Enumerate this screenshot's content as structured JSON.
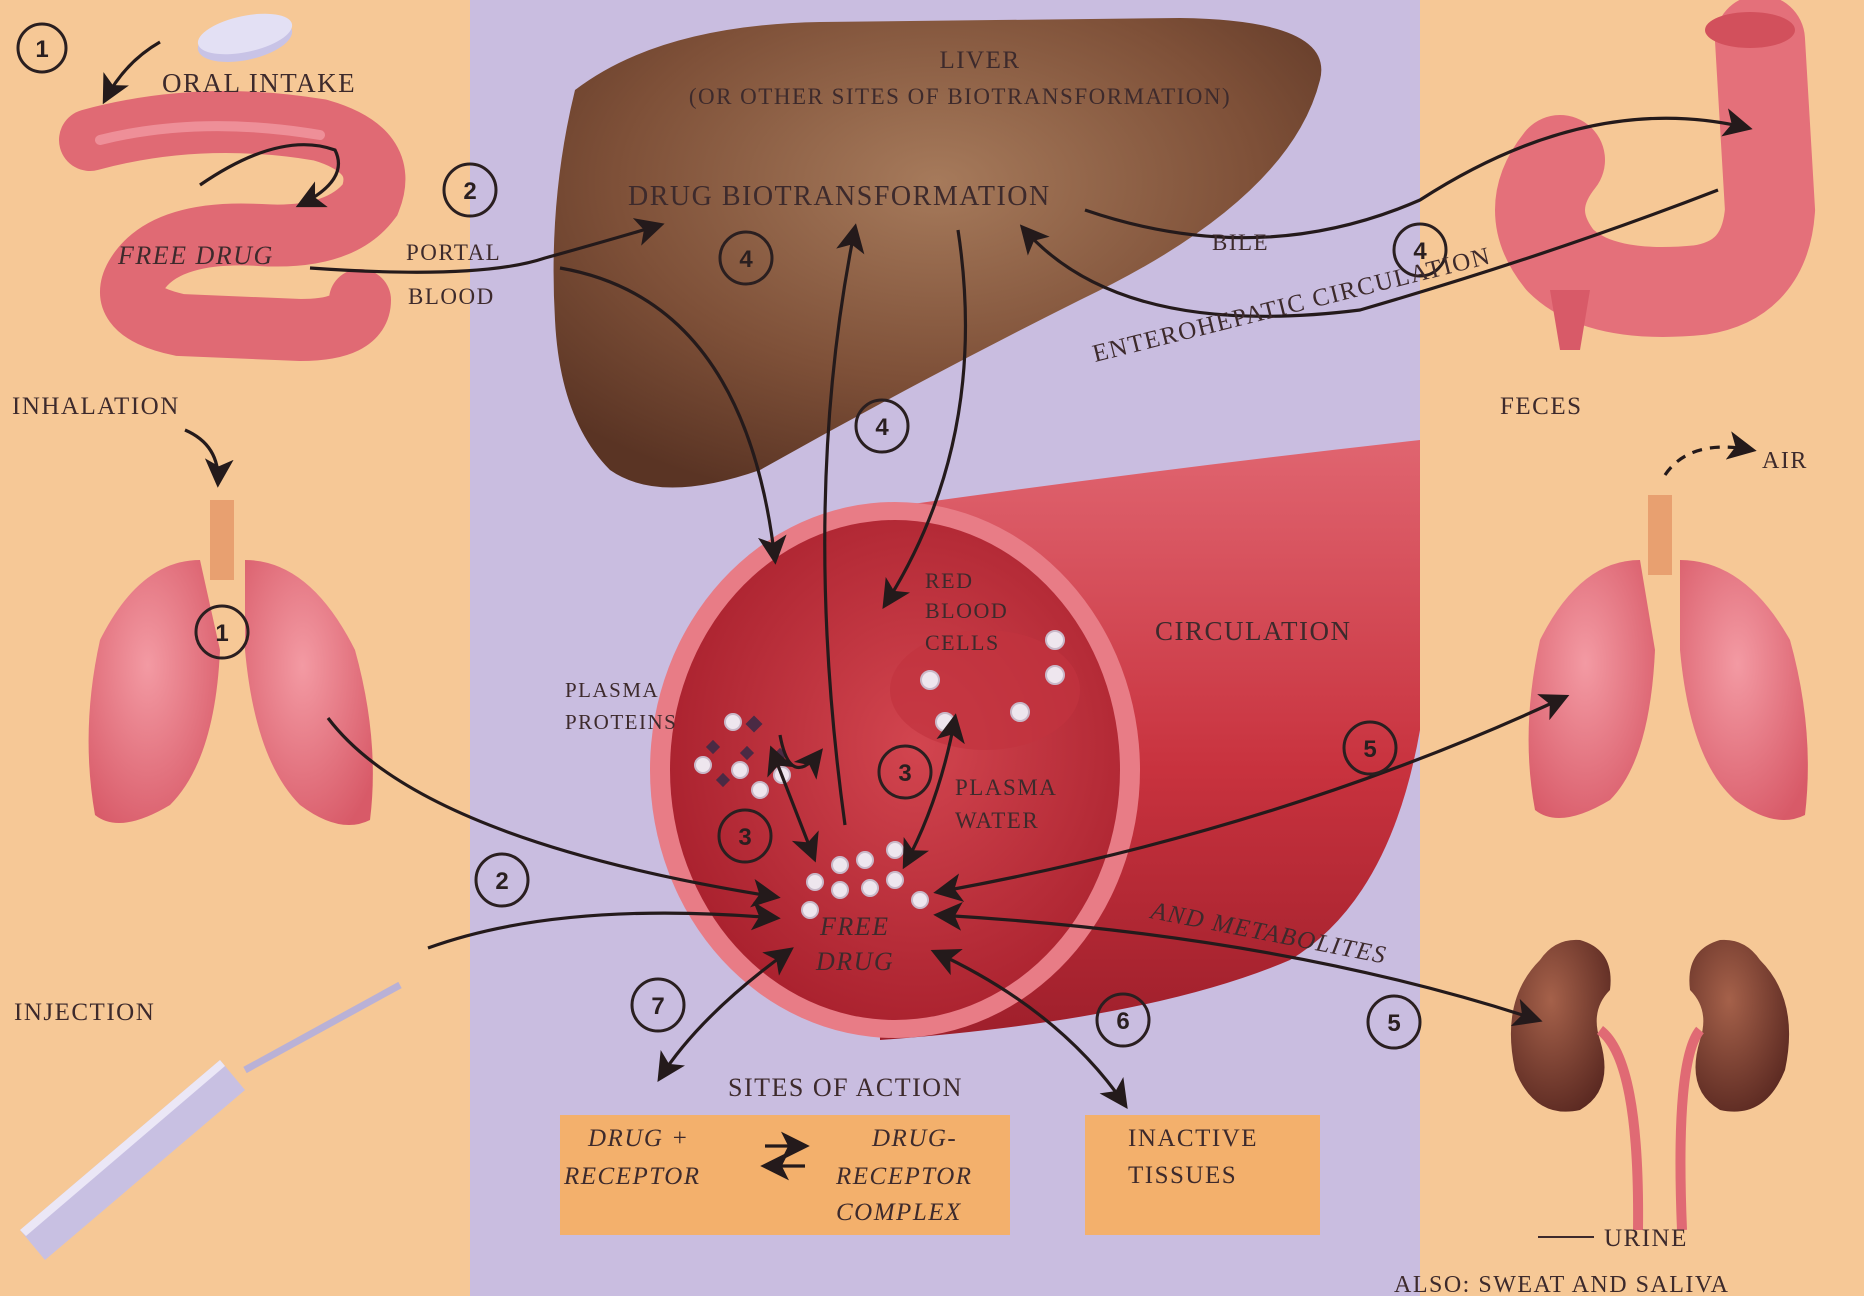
{
  "labels": {
    "oral_intake": "ORAL INTAKE",
    "free_drug_gut": "FREE DRUG",
    "portal": "PORTAL",
    "blood": "BLOOD",
    "liver": "LIVER",
    "liver_sub": "(OR OTHER SITES OF BIOTRANSFORMATION)",
    "drug_biotransformation": "DRUG BIOTRANSFORMATION",
    "bile": "BILE",
    "enterohepatic": "ENTEROHEPATIC CIRCULATION",
    "feces": "FECES",
    "inhalation": "INHALATION",
    "air": "AIR",
    "red": "RED",
    "blood_rbc": "BLOOD",
    "cells": "CELLS",
    "circulation": "CIRCULATION",
    "plasma_proteins_1": "PLASMA",
    "plasma_proteins_2": "PROTEINS",
    "plasma_water_1": "PLASMA",
    "plasma_water_2": "WATER",
    "free_drug_1": "FREE",
    "free_drug_2": "DRUG",
    "and_metabolites": "AND METABOLITES",
    "injection": "INJECTION",
    "sites_of_action": "SITES OF ACTION",
    "drug_plus": "DRUG +",
    "receptor": "RECEPTOR",
    "drug_dash": "DRUG-",
    "receptor_2": "RECEPTOR",
    "complex": "COMPLEX",
    "inactive": "INACTIVE",
    "tissues": "TISSUES",
    "urine": "URINE",
    "also": "ALSO: SWEAT AND SALIVA"
  },
  "steps": {
    "oral_intake": "1",
    "inhalation": "1",
    "portal": "2",
    "lung_to_blood": "2",
    "liver": "4",
    "liver_blood": "4",
    "bile": "4",
    "plasma_proteins": "3",
    "plasma_water": "3",
    "excretion_air": "5",
    "excretion_urine": "5",
    "inactive_tissues": "6",
    "sites_of_action": "7"
  },
  "colors": {
    "side_panel": "#f6c896",
    "center_panel": "#c9bde0",
    "liver": "#8a5a3e",
    "organ_red": "#e8707a",
    "vessel": "#c8323e",
    "label_box": "#f3b06c",
    "ink": "#2a1f20"
  }
}
